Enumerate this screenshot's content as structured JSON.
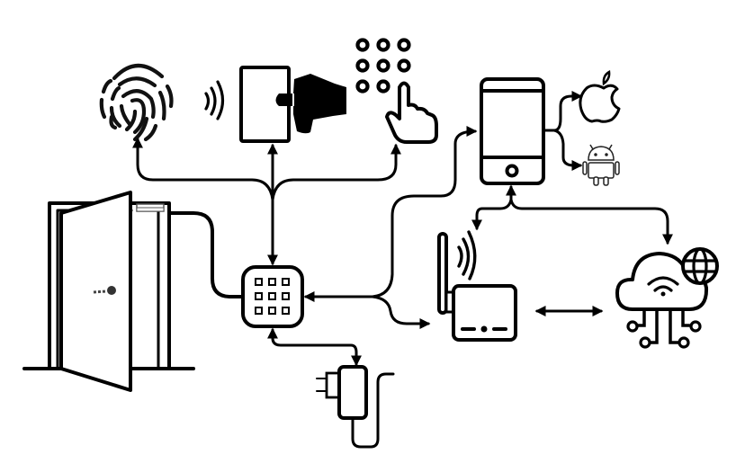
{
  "diagram": {
    "title": "",
    "theme": {
      "stroke": "#000000",
      "background": "#ffffff"
    },
    "nodes": [
      {
        "id": "door",
        "icon": "door-icon",
        "label": ""
      },
      {
        "id": "controller",
        "icon": "keypad-controller-icon",
        "label": ""
      },
      {
        "id": "fingerprint",
        "icon": "fingerprint-icon",
        "label": ""
      },
      {
        "id": "rfid_card",
        "icon": "rfid-card-tap-icon",
        "label": ""
      },
      {
        "id": "pin_keypad",
        "icon": "pin-keypad-touch-icon",
        "label": ""
      },
      {
        "id": "smartphone",
        "icon": "smartphone-icon",
        "label": ""
      },
      {
        "id": "ios",
        "icon": "apple-icon",
        "label": ""
      },
      {
        "id": "android",
        "icon": "android-icon",
        "label": ""
      },
      {
        "id": "router",
        "icon": "wifi-router-icon",
        "label": ""
      },
      {
        "id": "cloud",
        "icon": "cloud-network-icon",
        "label": ""
      },
      {
        "id": "power",
        "icon": "power-adapter-icon",
        "label": ""
      }
    ],
    "edges": [
      {
        "from": "door",
        "to": "controller",
        "type": "line"
      },
      {
        "from": "controller",
        "to": "fingerprint",
        "type": "arrow"
      },
      {
        "from": "controller",
        "to": "rfid_card",
        "type": "bidirectional"
      },
      {
        "from": "controller",
        "to": "pin_keypad",
        "type": "arrow"
      },
      {
        "from": "smartphone",
        "to": "controller",
        "type": "arrow"
      },
      {
        "from": "controller",
        "to": "router",
        "type": "arrow"
      },
      {
        "from": "controller",
        "to": "smartphone",
        "type": "arrow"
      },
      {
        "from": "smartphone",
        "to": "ios",
        "type": "arrow"
      },
      {
        "from": "smartphone",
        "to": "android",
        "type": "arrow"
      },
      {
        "from": "smartphone",
        "to": "router",
        "type": "bidirectional"
      },
      {
        "from": "smartphone",
        "to": "cloud",
        "type": "bidirectional"
      },
      {
        "from": "router",
        "to": "cloud",
        "type": "bidirectional"
      },
      {
        "from": "controller",
        "to": "power",
        "type": "bidirectional"
      }
    ]
  }
}
